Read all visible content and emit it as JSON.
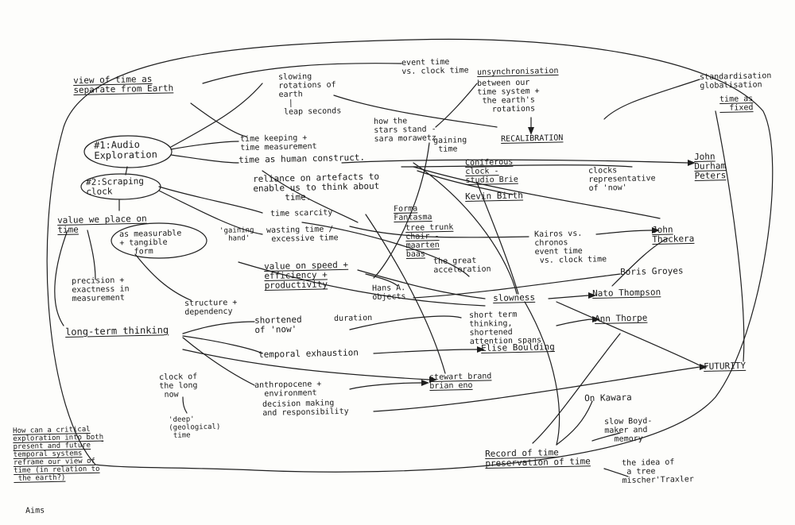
{
  "nodes": [
    {
      "id": "view_of_time",
      "text": "view of time as\nseparate from Earth"
    },
    {
      "id": "slowing_rotations",
      "text": "slowing\nrotations of\nearth\n  |\n leap seconds"
    },
    {
      "id": "event_time",
      "text": "event time\nvs. clock time"
    },
    {
      "id": "unsynchronisation",
      "text": "unsynchronisation"
    },
    {
      "id": "between_time_system",
      "text": "between our\ntime system +\n the earth's\n   rotations"
    },
    {
      "id": "standardisation",
      "text": "standardisation\nglobalisation"
    },
    {
      "id": "time_as_fixed",
      "text": "time as\n  fixed"
    },
    {
      "id": "how_stars",
      "text": "how the\nstars stand -\nsara morawetz"
    },
    {
      "id": "gaining_time",
      "text": "gaining\n time"
    },
    {
      "id": "recalibration",
      "text": "RECALIBRATION"
    },
    {
      "id": "audio_exploration",
      "text": "#1:Audio\nExploration"
    },
    {
      "id": "scraping_clock",
      "text": "#2:Scraping\nclock"
    },
    {
      "id": "timekeeping",
      "text": "time keeping +\ntime measurement"
    },
    {
      "id": "human_construct",
      "text": "time as human construct."
    },
    {
      "id": "reliance_artefacts",
      "text": "reliance on artefacts to\nenable us to think about\n      time."
    },
    {
      "id": "coniferous_clock",
      "text": "Coniferous\nclock -\nstudio Brie"
    },
    {
      "id": "clocks_representative",
      "text": "clocks\nrepresentative\nof 'now'"
    },
    {
      "id": "john_durham_peters",
      "text": "John\nDurham\nPeters"
    },
    {
      "id": "kevin_birth",
      "text": "Kevin Birth"
    },
    {
      "id": "value_place_time",
      "text": "value we place on\ntime"
    },
    {
      "id": "measurable_tangible",
      "text": "as measurable\n+ tangible\n   form"
    },
    {
      "id": "time_scarcity",
      "text": "time scarcity"
    },
    {
      "id": "gaining_hand",
      "text": "'gaining\n  hand'"
    },
    {
      "id": "wasting_time",
      "text": "wasting time /\n excessive time"
    },
    {
      "id": "formafantasma",
      "text": "Forma\nFantasma"
    },
    {
      "id": "tree_trunk",
      "text": "tree trunk\nchair -\nmaarten\nbaas"
    },
    {
      "id": "kairos",
      "text": "Kairos vs.\nchronos\nevent time\n vs. clock time"
    },
    {
      "id": "john_thackera",
      "text": "John\nThackera"
    },
    {
      "id": "value_speed",
      "text": "value on speed +\nefficiency +\nproductivity"
    },
    {
      "id": "great_acceleration",
      "text": "the great\nacceleration"
    },
    {
      "id": "boris_groys",
      "text": "Boris Groyes"
    },
    {
      "id": "precision",
      "text": "precision +\nexactness in\nmeasurement"
    },
    {
      "id": "structure_dependency",
      "text": "structure +\ndependency"
    },
    {
      "id": "hans_objects",
      "text": "Hans A.\nobjects"
    },
    {
      "id": "slowness",
      "text": "slowness"
    },
    {
      "id": "nato_thompson",
      "text": "Nato Thompson"
    },
    {
      "id": "long_term_thinking",
      "text": "long-term thinking"
    },
    {
      "id": "shortened_now",
      "text": "shortened\nof 'now'"
    },
    {
      "id": "duration",
      "text": "duration"
    },
    {
      "id": "short_term",
      "text": "short term\nthinking,\nshortened\nattention spans"
    },
    {
      "id": "ann_thorpe",
      "text": "Ann Thorpe"
    },
    {
      "id": "temporal_exhaustion",
      "text": "temporal exhaustion"
    },
    {
      "id": "elise_boulding",
      "text": "Elise Boulding"
    },
    {
      "id": "futurity",
      "text": "FUTURITY"
    },
    {
      "id": "clock_long_now",
      "text": "clock of\nthe long\n now"
    },
    {
      "id": "anthropocene",
      "text": "anthropocene +\n  environment"
    },
    {
      "id": "stewart_brand",
      "text": "stewart brand\nbrian eno"
    },
    {
      "id": "decision_making",
      "text": "decision making\nand responsibility"
    },
    {
      "id": "deep_time",
      "text": "'deep'\n(geological)\n time"
    },
    {
      "id": "on_kawara",
      "text": "On Kawara"
    },
    {
      "id": "slow_boyd",
      "text": "slow Boyd-\nmaker and\n  memory"
    },
    {
      "id": "record_of_time",
      "text": "Record of time\npreservation of time"
    },
    {
      "id": "idea_of_tree",
      "text": "the idea of\n a tree\nmischer'Traxler"
    },
    {
      "id": "aims_question",
      "text": "How can a critical\nexploration into both\npresent and future\ntemporal systems\nreframe our view of\ntime (in relation to\n the earth?)"
    },
    {
      "id": "aims",
      "text": "Aims"
    }
  ]
}
